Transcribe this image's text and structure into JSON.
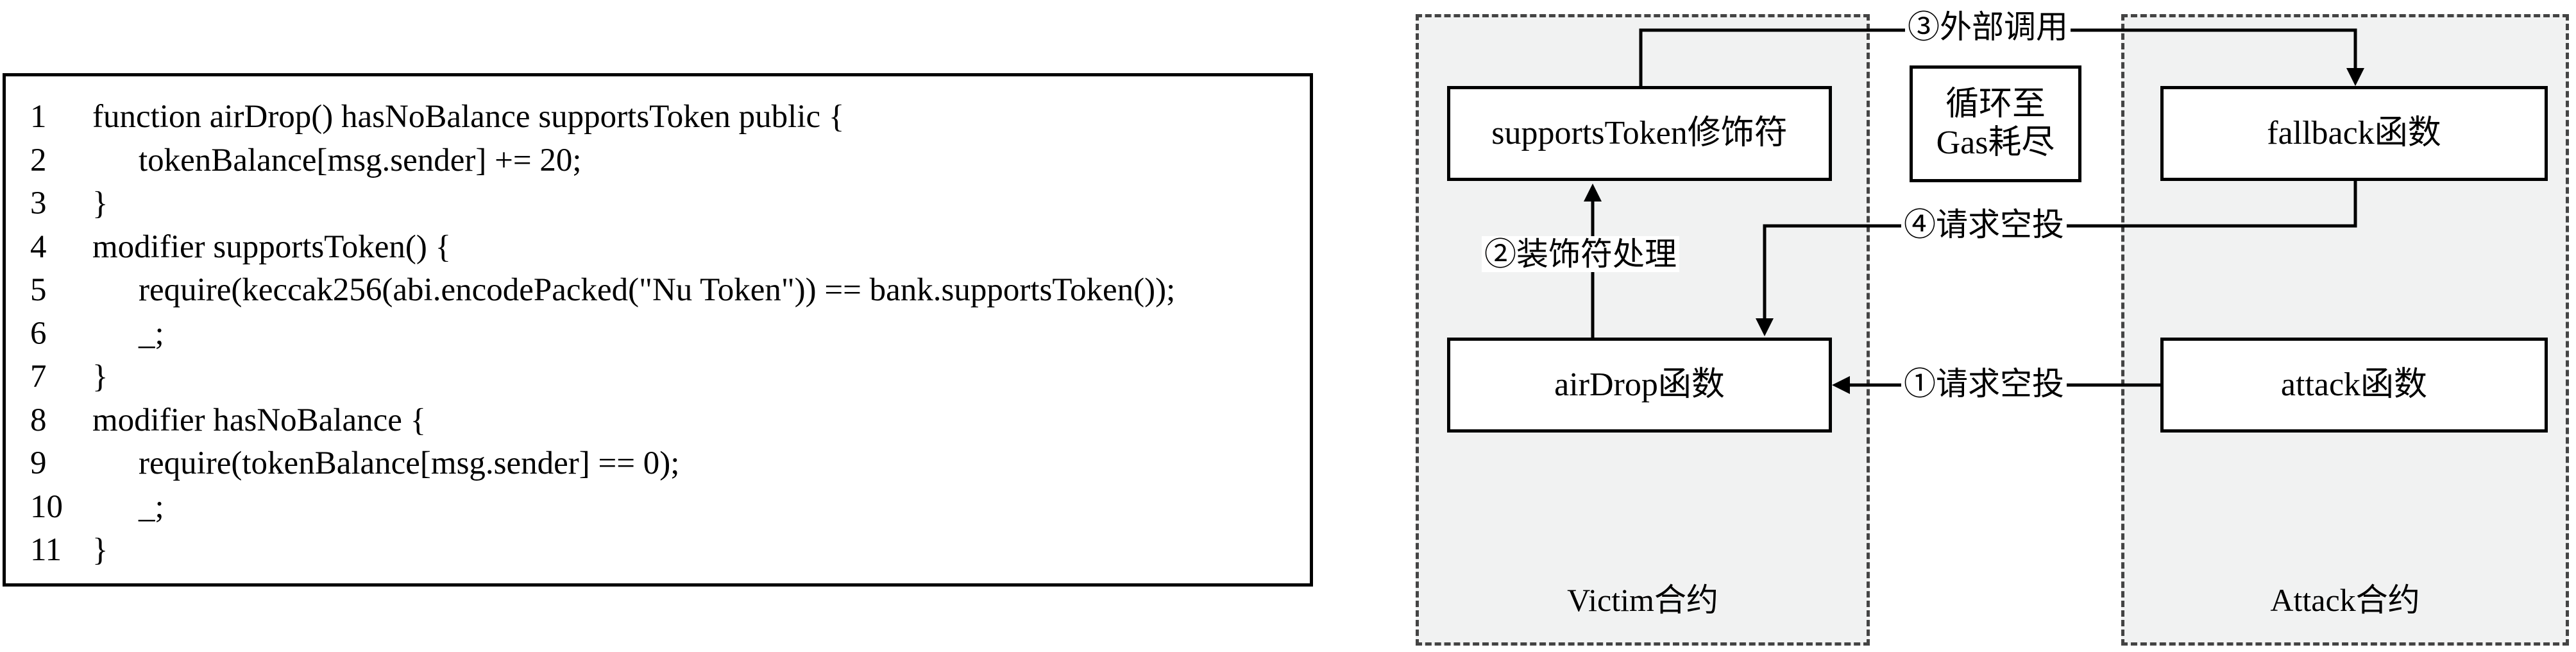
{
  "code": {
    "lines": [
      {
        "n": "1",
        "text": "function airDrop() hasNoBalance supportsToken public {",
        "indent": 0
      },
      {
        "n": "2",
        "text": "tokenBalance[msg.sender] += 20;",
        "indent": 1
      },
      {
        "n": "3",
        "text": "}",
        "indent": 0
      },
      {
        "n": "4",
        "text": "modifier supportsToken() {",
        "indent": 0
      },
      {
        "n": "5",
        "text": "require(keccak256(abi.encodePacked(\"Nu Token\")) == bank.supportsToken());",
        "indent": 1
      },
      {
        "n": "6",
        "text": "_;",
        "indent": 1
      },
      {
        "n": "7",
        "text": "}",
        "indent": 0
      },
      {
        "n": "8",
        "text": "modifier hasNoBalance {",
        "indent": 0
      },
      {
        "n": "9",
        "text": "require(tokenBalance[msg.sender] == 0);",
        "indent": 1
      },
      {
        "n": "10",
        "text": "_;",
        "indent": 1
      },
      {
        "n": "11",
        "text": "}",
        "indent": 0
      }
    ]
  },
  "diagram": {
    "victim_label": "Victim合约",
    "attack_label": "Attack合约",
    "nodes": {
      "supports_token": "supportsToken修饰符",
      "airdrop": "airDrop函数",
      "loop": "循环至\nGas耗尽",
      "fallback": "fallback函数",
      "attack": "attack函数"
    },
    "edges": {
      "step1": "①请求空投",
      "step2": "②装饰符处理",
      "step3": "③外部调用",
      "step4": "④请求空投"
    }
  }
}
